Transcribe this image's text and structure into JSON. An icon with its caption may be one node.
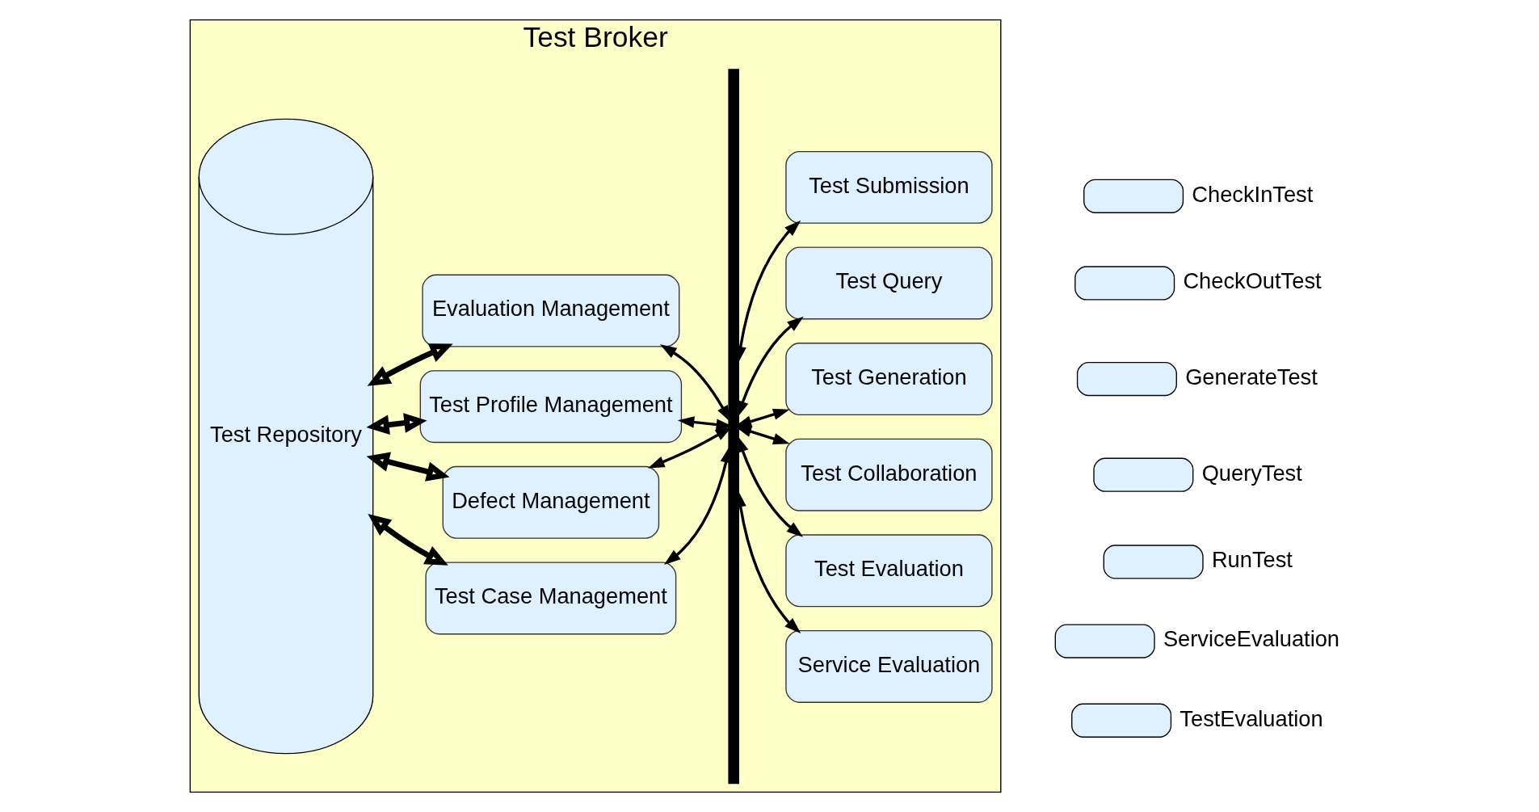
{
  "diagram": {
    "nodes": [
      {
        "text": [
          "Test Broker"
        ]
      },
      {
        "text": [
          "Test Repository"
        ],
        "in": 0
      },
      {
        "text": [
          "Test Case Management"
        ],
        "in": 0
      },
      {
        "text": [
          "Defect Management"
        ],
        "in": 0
      },
      {
        "text": [
          "Test Profile Management"
        ],
        "in": 0
      },
      {
        "text": [
          "Evaluation Management"
        ],
        "in": 0
      },
      {
        "text": [],
        "shape": "bar",
        "in": 0
      },
      {
        "text": [
          "Test Submission"
        ],
        "in": 0
      },
      {
        "text": [
          "Test Query"
        ],
        "in": 0
      },
      {
        "text": [
          "Test Generation"
        ],
        "in": 0
      },
      {
        "text": [
          "Test Collaboration"
        ],
        "in": 0
      },
      {
        "text": [
          "Test Evaluation"
        ],
        "in": 0
      },
      {
        "text": [
          "Service Evaluation"
        ],
        "in": 0
      },
      {
        "text": [],
        "shape": "box",
        "beside": [
          "CheckInTest"
        ]
      },
      {
        "text": [],
        "shape": "box",
        "beside": [
          "CheckOutTest"
        ]
      },
      {
        "text": [],
        "shape": "box",
        "beside": [
          "GenerateTest"
        ]
      },
      {
        "text": [],
        "shape": "box",
        "beside": [
          "QueryTest"
        ]
      },
      {
        "text": [],
        "shape": "box",
        "beside": [
          "RunTest"
        ]
      },
      {
        "text": [],
        "shape": "box",
        "beside": [
          "ServiceEvaluation"
        ]
      },
      {
        "text": [],
        "shape": "box",
        "beside": [
          "TestEvaluation"
        ]
      }
    ],
    "edges": [
      {
        "from": 1,
        "to": 2,
        "arrow": "both",
        "style": "thick"
      },
      {
        "from": 1,
        "to": 3,
        "arrow": "both",
        "style": "thick"
      },
      {
        "from": 1,
        "to": 4,
        "arrow": "both",
        "style": "thick"
      },
      {
        "from": 1,
        "to": 5,
        "arrow": "both",
        "style": "thick"
      },
      {
        "from": 2,
        "to": 6,
        "arrow": "both"
      },
      {
        "from": 3,
        "to": 6,
        "arrow": "both"
      },
      {
        "from": 4,
        "to": 6,
        "arrow": "both"
      },
      {
        "from": 5,
        "to": 6,
        "arrow": "both"
      },
      {
        "from": 6,
        "to": 7,
        "arrow": "both"
      },
      {
        "from": 6,
        "to": 8,
        "arrow": "both"
      },
      {
        "from": 6,
        "to": 9,
        "arrow": "both"
      },
      {
        "from": 6,
        "to": 10,
        "arrow": "both"
      },
      {
        "from": 6,
        "to": 11,
        "arrow": "both"
      },
      {
        "from": 6,
        "to": 12,
        "arrow": "both"
      }
    ]
  }
}
